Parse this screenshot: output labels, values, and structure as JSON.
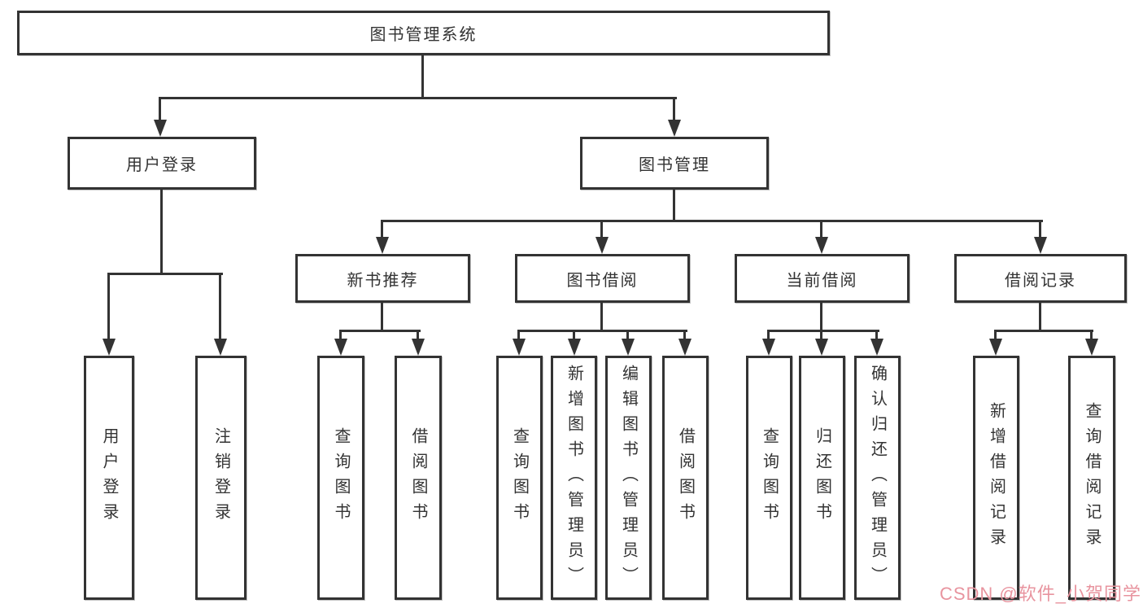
{
  "colors": {
    "background": "#ffffff",
    "line": "#333333",
    "text": "#333333",
    "watermark": "#e8949f"
  },
  "diagram": {
    "root": {
      "label": "图书管理系统"
    },
    "level2": {
      "user_login": {
        "label": "用户登录"
      },
      "book_management": {
        "label": "图书管理"
      }
    },
    "level3": {
      "new_book_recommend": {
        "label": "新书推荐"
      },
      "book_borrowing": {
        "label": "图书借阅"
      },
      "current_borrowing": {
        "label": "当前借阅"
      },
      "borrowing_records": {
        "label": "借阅记录"
      }
    },
    "leaves": {
      "user_login_children": [
        {
          "label": "用户登录"
        },
        {
          "label": "注销登录"
        }
      ],
      "new_book_recommend_children": [
        {
          "label": "查询图书"
        },
        {
          "label": "借阅图书"
        }
      ],
      "book_borrowing_children": [
        {
          "label": "查询图书"
        },
        {
          "label": "新增图书（管理员）"
        },
        {
          "label": "编辑图书（管理员）"
        },
        {
          "label": "借阅图书"
        }
      ],
      "current_borrowing_children": [
        {
          "label": "查询图书"
        },
        {
          "label": "归还图书"
        },
        {
          "label": "确认归还（管理员）"
        }
      ],
      "borrowing_records_children": [
        {
          "label": "新增借阅记录"
        },
        {
          "label": "查询借阅记录"
        }
      ]
    }
  },
  "watermark": {
    "text": "CSDN @软件_小贺同学"
  }
}
